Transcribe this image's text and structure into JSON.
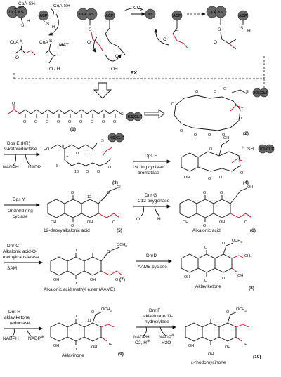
{
  "top": {
    "coa_sh_1": "CoA-SH",
    "coa_sh_2": "CoA-SH",
    "h1": "H",
    "h2": "H",
    "co2": "CO",
    "co2_sub": "2",
    "coa_left": "CoA",
    "coa_mid": "CoA",
    "s_left": "S",
    "s_mid": "S",
    "mat": "MAT",
    "oh": "O - H",
    "ks": "KS",
    "clf": "CLF",
    "acp": "ACP",
    "repeat": "9X"
  },
  "labels": {
    "c1": "(1)",
    "c2": "(2)",
    "c3": "(3)",
    "c4": "(4)",
    "c5": "(5)",
    "c6": "(6)",
    "c7": "(7)",
    "c8": "(8)",
    "c9": "(9)",
    "c10": "(10)",
    "sh": "SH"
  },
  "steps": {
    "dpsE_1": "Dps E (KR)",
    "dpsE_2": "9-ketoreductase",
    "nadph": "NADPH",
    "nadp": "NADP",
    "dpsF_1": "Dps F",
    "dpsF_2": "1st ring cyclase/",
    "dpsF_3": "aromatase",
    "dpsY_1": "Dps Y",
    "dpsY_2": "2nd/3rd ring",
    "dpsY_3": "cyclase",
    "dnrG_1": "Dnr G",
    "dnrG_2": "C12 oxygenase",
    "o2": "O",
    "h2o": "H",
    "dnrC_1": "Dnr C",
    "dnrC_2": "Alkalonic acid-O-",
    "dnrC_3": "methyltransferase",
    "sam": "SAM",
    "dnrD_1": "DnrD",
    "dnrD_2": "AAME cyclase",
    "dnrH_1": "Dnr H",
    "dnrH_2": "aklaviketone",
    "dnrH_3": "reductase",
    "nadph2": "NADPH",
    "nadp2": "NADP",
    "dnrF_1": "Dnr F",
    "dnrF_2": "aklavinone-11-",
    "dnrF_3": "hydroxylase",
    "nadph3": "NADPH",
    "nadp3": "NADP",
    "o2h": "O2, H",
    "h2o_b": "H2O"
  },
  "names": {
    "n5": "12-deoxyalkalonic acid",
    "n6": "Alkalonic acid",
    "n7": "Alkalonic acid methyl ester (AAME)",
    "n8": "Aklaviketone",
    "n9": "Aklavinone",
    "n10": "ε-rhodomycinone"
  },
  "atoms": {
    "o": "O",
    "oh": "OH",
    "ho": "HO",
    "s": "S",
    "och3": "OCH",
    "ch3": "CH",
    "num7": "7",
    "num8": "8",
    "num9": "9",
    "num10": "10",
    "num11": "11",
    "num12": "12"
  }
}
